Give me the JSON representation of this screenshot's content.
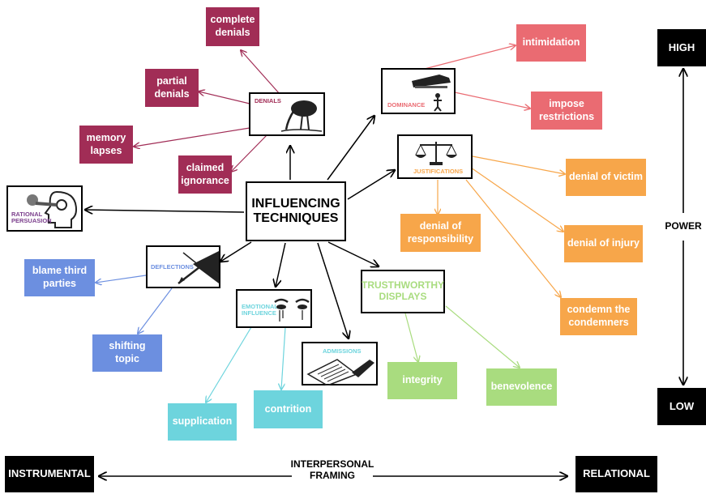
{
  "center": {
    "label": "INFLUENCING\nTECHNIQUES"
  },
  "categories": {
    "denials": "DENIALS",
    "dominance": "DOMINANCE",
    "justifications": "JUSTIFICATIONS",
    "rational_persuasion": "RATIONAL\nPERSUASION",
    "deflections": "DEFLECTIONS",
    "emotional_influence": "EMOTIONAL\nINFLUENCE",
    "admissions": "ADMISSIONS",
    "trustworthy_displays": "TRUSTHWORTHY\nDISPLAYS"
  },
  "leaves": {
    "complete_denials": "complete\ndenials",
    "partial_denials": "partial\ndenials",
    "memory_lapses": "memory\nlapses",
    "claimed_ignorance": "claimed\nignorance",
    "intimidation": "intimidation",
    "impose_restrictions": "impose\nrestrictions",
    "denial_of_victim": "denial of victim",
    "denial_of_responsibility": "denial of\nresponsibility",
    "denial_of_injury": "denial of injury",
    "condemn_the_condemners": "condemn the\ncondemners",
    "blame_third_parties": "blame third\nparties",
    "shifting_topic": "shifting topic",
    "supplication": "supplication",
    "contrition": "contrition",
    "integrity": "integrity",
    "benevolence": "benevolence"
  },
  "axes": {
    "power_high": "HIGH",
    "power_label": "POWER",
    "power_low": "LOW",
    "framing_left": "INSTRUMENTAL",
    "framing_label": "INTERPERSONAL\nFRAMING",
    "framing_right": "RELATIONAL"
  },
  "colors": {
    "maroon": "#a12d56",
    "pink": "#ea6b72",
    "orange": "#f7a64a",
    "blue": "#6c8fe0",
    "cyan": "#6dd4dd",
    "green": "#a9dc7f",
    "rational_purple": "#7b3f8c"
  },
  "icons": [
    "ostrich-icon",
    "boot-stomp-icon",
    "scales-icon",
    "head-gears-icon",
    "arrow-shield-icon",
    "crying-eyes-icon",
    "signing-document-icon"
  ]
}
